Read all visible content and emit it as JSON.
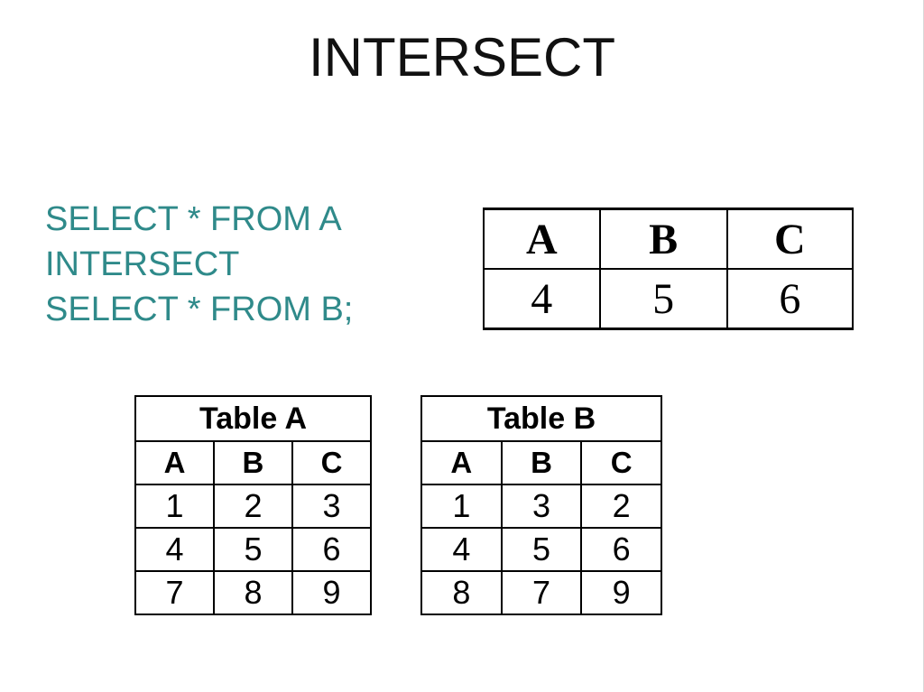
{
  "title": "INTERSECT",
  "query": {
    "line1": "SELECT * FROM A",
    "line2": "INTERSECT",
    "line3": "SELECT * FROM B;"
  },
  "result_table": {
    "headers": [
      "A",
      "B",
      "C"
    ],
    "row": [
      "4",
      "5",
      "6"
    ]
  },
  "table_a": {
    "name": "Table A",
    "headers": [
      "A",
      "B",
      "C"
    ],
    "rows": [
      [
        "1",
        "2",
        "3"
      ],
      [
        "4",
        "5",
        "6"
      ],
      [
        "7",
        "8",
        "9"
      ]
    ]
  },
  "table_b": {
    "name": "Table B",
    "headers": [
      "A",
      "B",
      "C"
    ],
    "rows": [
      [
        "1",
        "3",
        "2"
      ],
      [
        "4",
        "5",
        "6"
      ],
      [
        "8",
        "7",
        "9"
      ]
    ]
  },
  "colors": {
    "query_text": "#2f8a8a",
    "title_text": "#111111"
  }
}
